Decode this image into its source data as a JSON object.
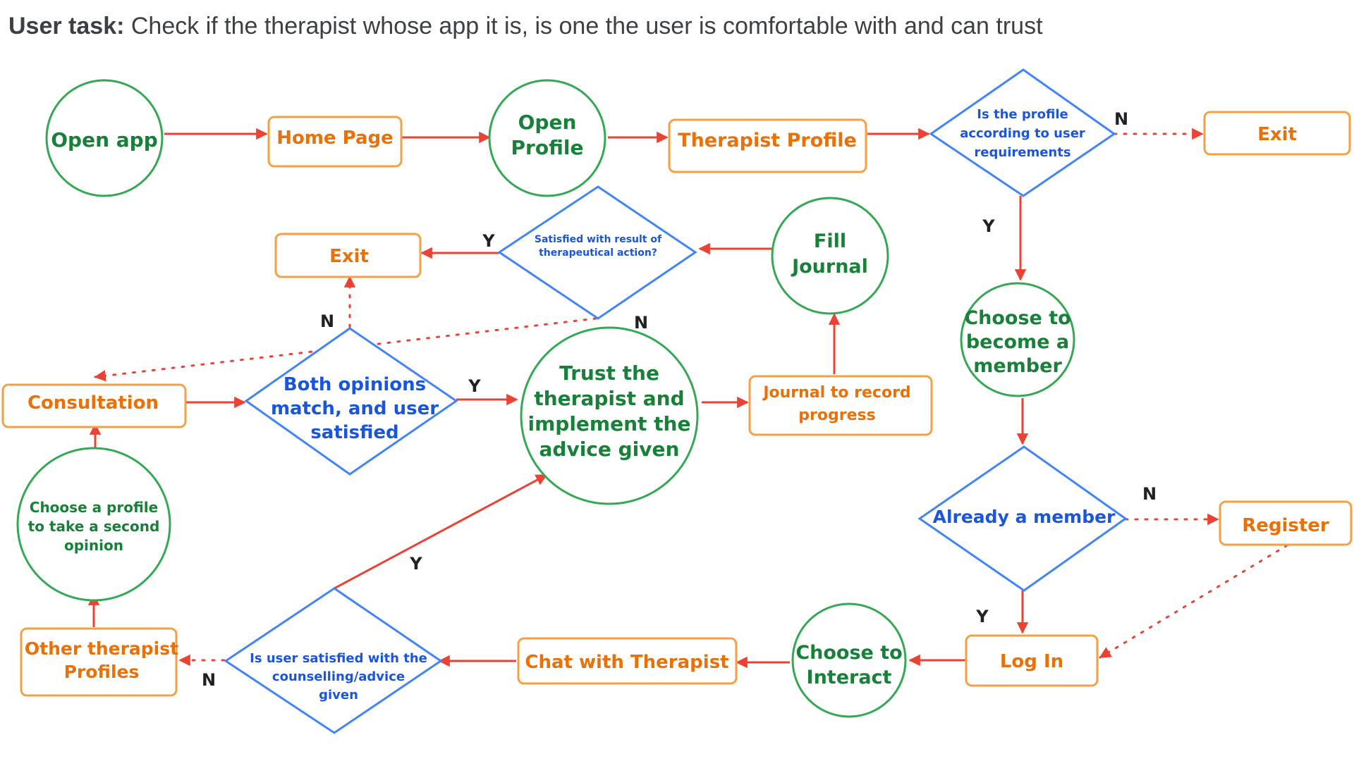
{
  "header": {
    "task_label": "User task:",
    "task_text": "Check if the therapist whose app it is, is one the user is comfortable with and can trust"
  },
  "colors": {
    "circle": "#34a853",
    "circle_text": "#188038",
    "box": "#f6a043",
    "box_text": "#e8710a",
    "diamond": "#4285f4",
    "diamond_text": "#1a56db",
    "arrow": "#ea4335",
    "edge_label": "#202124"
  },
  "nodes": {
    "open_app": "Open app",
    "home_page": "Home Page",
    "open_profile": [
      "Open",
      "Profile"
    ],
    "therapist_profile": "Therapist Profile",
    "profile_requirements": [
      "Is the profile",
      "according to user",
      "requirements"
    ],
    "exit_top": "Exit",
    "choose_member": [
      "Choose to",
      "become a",
      "member"
    ],
    "already_member": "Already a member",
    "register": "Register",
    "log_in": "Log In",
    "choose_interact": [
      "Choose to",
      "Interact"
    ],
    "chat_therapist": "Chat with Therapist",
    "user_satisfied": [
      "Is user satisfied with the",
      "counselling/advice",
      "given"
    ],
    "other_profiles": [
      "Other therapist",
      "Profiles"
    ],
    "choose_second": [
      "Choose a profile",
      "to take a second",
      "opinion"
    ],
    "consultation": "Consultation",
    "both_opinions": [
      "Both opinions",
      "match, and user",
      "satisfied"
    ],
    "trust_therapist": [
      "Trust the",
      "therapist and",
      "implement the",
      "advice given"
    ],
    "journal_record": [
      "Journal to record",
      "progress"
    ],
    "fill_journal": [
      "Fill",
      "Journal"
    ],
    "satisfied_result": [
      "Satisfied with result of",
      "therapeutical action?"
    ],
    "exit_mid": "Exit"
  },
  "edge_labels": {
    "req_no": "N",
    "req_yes": "Y",
    "member_no": "N",
    "member_yes": "Y",
    "satisfied_yes": "Y",
    "satisfied_no": "N",
    "opinions_yes": "Y",
    "opinions_no": "N",
    "result_yes": "Y",
    "result_no": "N"
  }
}
